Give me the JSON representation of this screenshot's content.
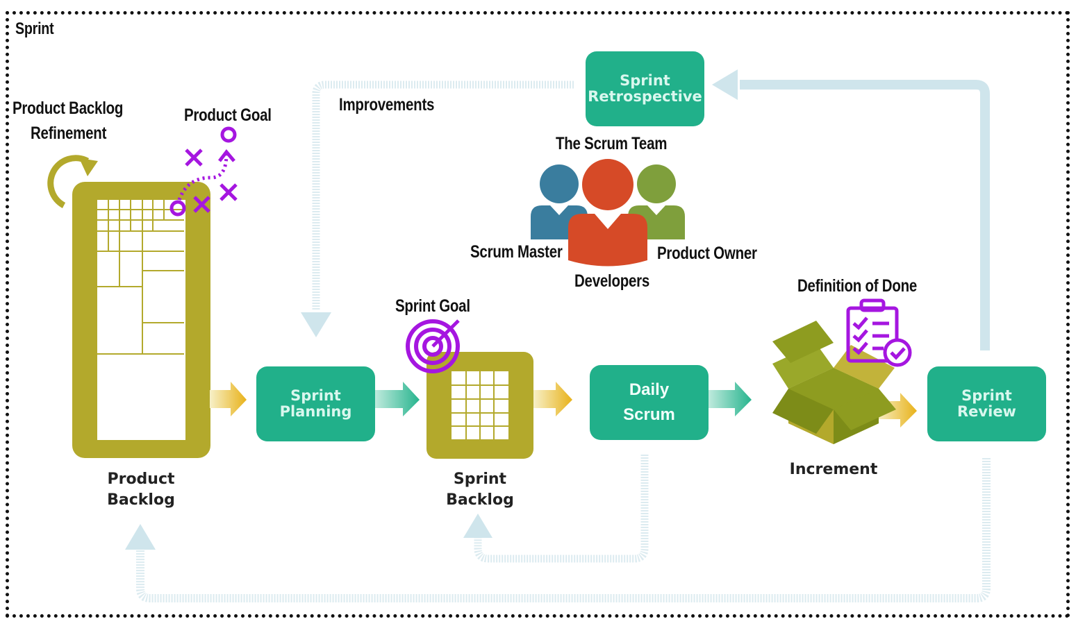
{
  "frame": {
    "title": "Sprint"
  },
  "labels": {
    "refinement_line1": "Product Backlog",
    "refinement_line2": "Refinement",
    "product_goal": "Product Goal",
    "improvements": "Improvements",
    "scrum_team": "The Scrum Team",
    "scrum_master": "Scrum Master",
    "product_owner": "Product Owner",
    "developers": "Developers",
    "definition_of_done": "Definition of Done",
    "sprint_goal": "Sprint Goal"
  },
  "boxes": {
    "sprint_retrospective": {
      "line1": "Sprint",
      "line2": "Retrospective"
    },
    "sprint_planning": {
      "line1": "Sprint",
      "line2": "Planning"
    },
    "daily_scrum": {
      "line1": "Daily",
      "line2": "Scrum"
    },
    "sprint_review": {
      "line1": "Sprint",
      "line2": "Review"
    }
  },
  "artifacts": {
    "product_backlog": {
      "line1": "Product",
      "line2": "Backlog"
    },
    "sprint_backlog": {
      "line1": "Sprint",
      "line2": "Backlog"
    },
    "increment": "Increment"
  },
  "colors": {
    "teal": "#21b08a",
    "olive": "#b3a92c",
    "purple": "#a516e0",
    "loop_arrow": "#cfe5ec",
    "scrum_master": "#3a7d9e",
    "developers": "#d64a27",
    "product_owner": "#7f9f3c"
  }
}
